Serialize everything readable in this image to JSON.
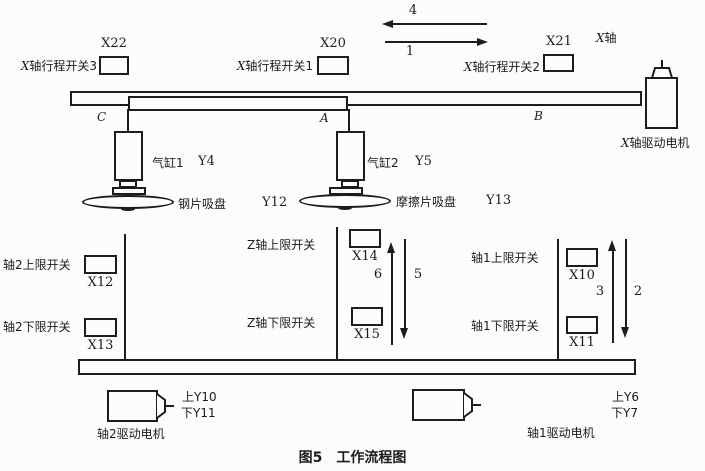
{
  "colors": {
    "line": "#1c1c1c",
    "background": "#fcfcfc"
  },
  "top": {
    "arrow_step4_label": "4",
    "arrow_step1_label": "1",
    "axis": {
      "prefix": "X",
      "text": "轴"
    },
    "switch3": {
      "prefix": "X",
      "label": "轴行程开关3",
      "id": "X22"
    },
    "switch1": {
      "prefix": "X",
      "label": "轴行程开关1",
      "id": "X20"
    },
    "switch2": {
      "prefix": "X",
      "label": "轴行程开关2",
      "id": "X21"
    },
    "point_c": "C",
    "point_a": "A",
    "point_b": "B",
    "motor": {
      "prefix": "X",
      "text": "轴驱动电机"
    }
  },
  "carriage": {
    "cylinder1_name": "气缸1",
    "cylinder1_output": "Y4",
    "cylinder2_name": "气缸2",
    "cylinder2_output": "Y5",
    "cup1_name": "钢片吸盘",
    "cup1_output": "Y12",
    "cup2_name": "摩擦片吸盘",
    "cup2_output": "Y13"
  },
  "axis2_column": {
    "upper_label": "轴2上限开关",
    "upper_id": "X12",
    "lower_label": "轴2下限开关",
    "lower_id": "X13"
  },
  "z_column": {
    "upper_label": "Z轴上限开关",
    "upper_id": "X14",
    "lower_label": "Z轴下限开关",
    "lower_id": "X15",
    "up_arrow_label": "6",
    "down_arrow_label": "5"
  },
  "axis1_column": {
    "upper_label": "轴1上限开关",
    "upper_id": "X10",
    "lower_label": "轴1下限开关",
    "lower_id": "X11",
    "up_arrow_label": "3",
    "down_arrow_label": "2"
  },
  "motors": {
    "motor2_up": "上Y10",
    "motor2_down": "下Y11",
    "motor2_name": "轴2驱动电机",
    "motor1_up": "上Y6",
    "motor1_down": "下Y7",
    "motor1_name": "轴1驱动电机"
  },
  "caption": "图5　工作流程图"
}
